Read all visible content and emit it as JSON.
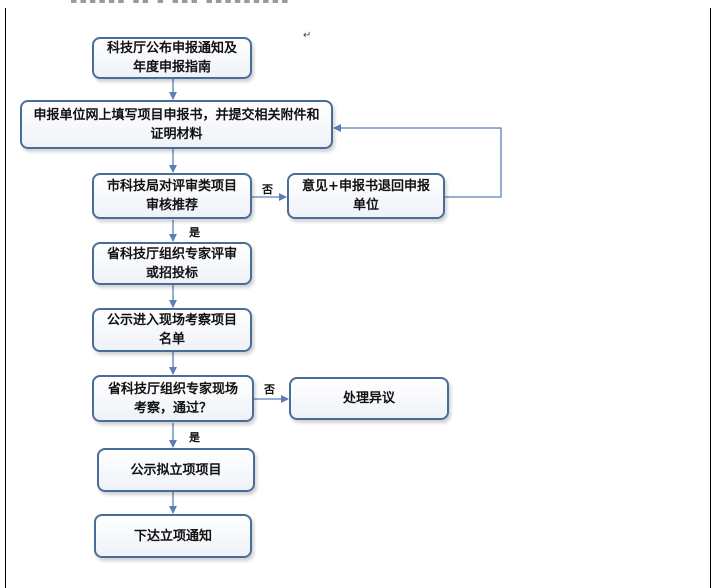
{
  "boxes": {
    "notice": "科技厅公布申报通知及年度申报指南",
    "fill_form": "申报单位网上填写项目申报书，并提交相关附件和证明材料",
    "city_review": "市科技局对评审类项目审核推荐",
    "return_opinion": "意见+申报书退回申报单位",
    "expert_review": "省科技厅组织专家评审或招投标",
    "publish_list": "公示进入现场考察项目名单",
    "site_visit": "省科技厅组织专家现场考察，通过？",
    "objection": "处理异议",
    "publish_project": "公示拟立项项目",
    "issue_notice": "下达立项通知"
  },
  "labels": {
    "yes": "是",
    "no": "否"
  },
  "colors": {
    "box_border": "#4a6c98",
    "arrow": "#5b7fb5",
    "page_border": "#000000"
  }
}
